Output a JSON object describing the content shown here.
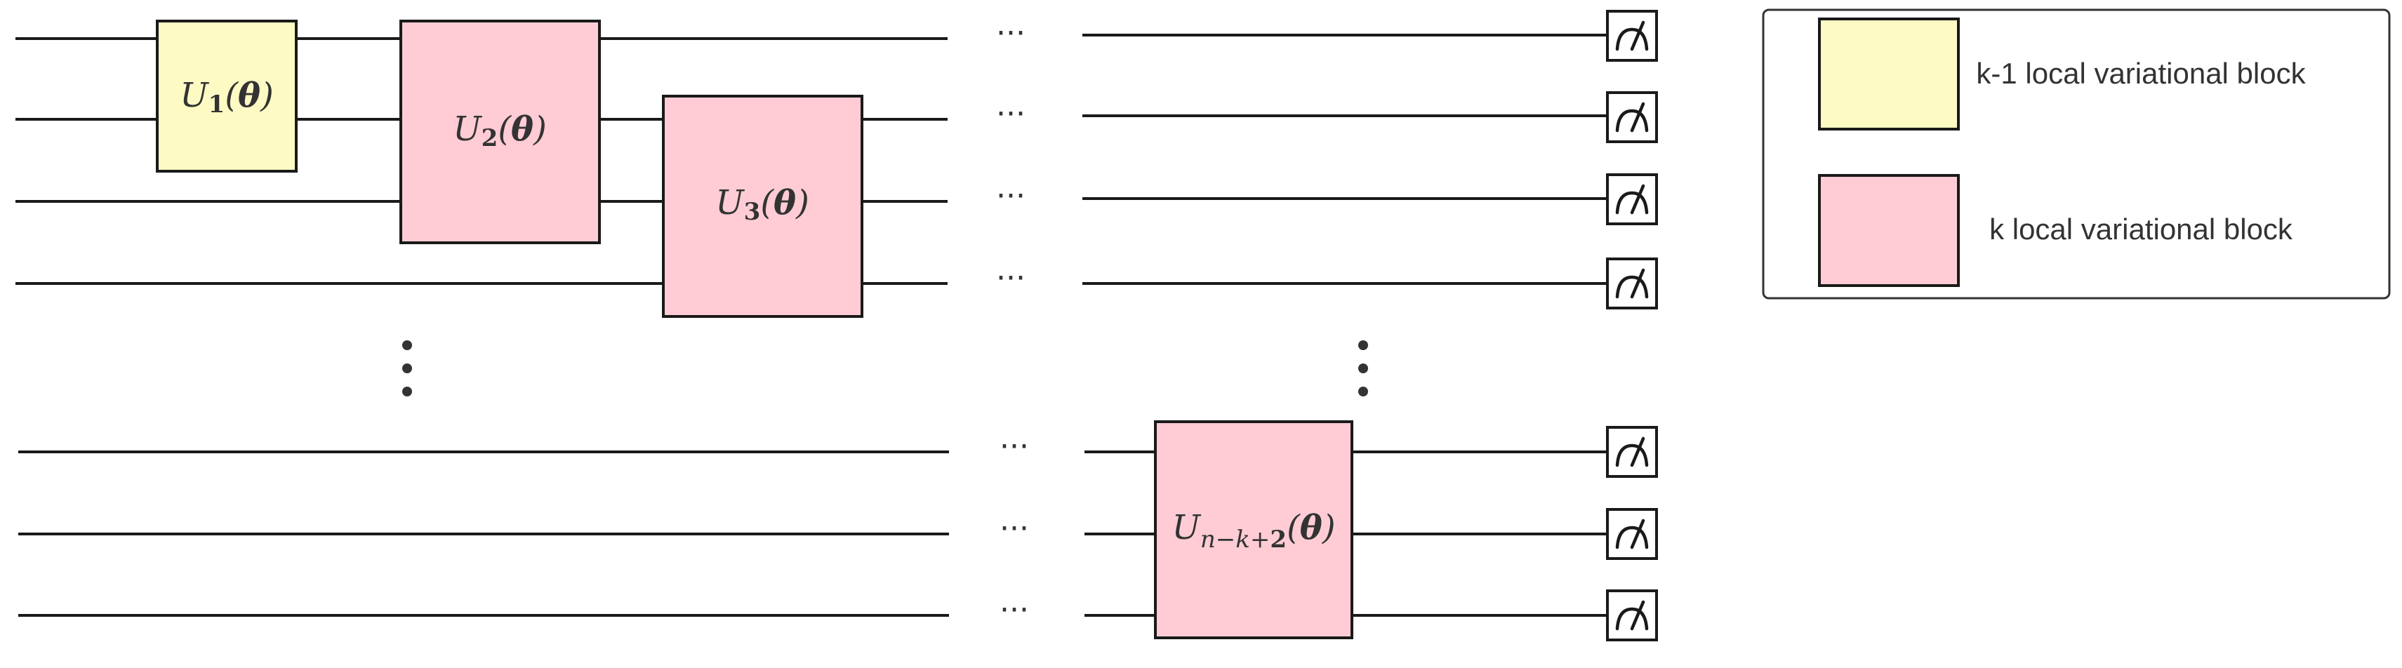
{
  "gates": [
    {
      "name": "U",
      "sub": "1",
      "arg": "θ",
      "color": "#fdfac3"
    },
    {
      "name": "U",
      "sub": "2",
      "arg": "θ",
      "color": "#ffccd5"
    },
    {
      "name": "U",
      "sub": "3",
      "arg": "θ",
      "color": "#ffccd5"
    },
    {
      "name": "U",
      "sub_italic": "n−k+",
      "sub_bold": "2",
      "arg": "θ",
      "color": "#ffccd5"
    }
  ],
  "ellipsis": "···",
  "legend": {
    "items": [
      {
        "label": "k-1 local variational block",
        "color": "#fdfac3"
      },
      {
        "label": "k local variational block",
        "color": "#ffccd5"
      }
    ]
  },
  "measure_icon": "measurement-meter-icon"
}
